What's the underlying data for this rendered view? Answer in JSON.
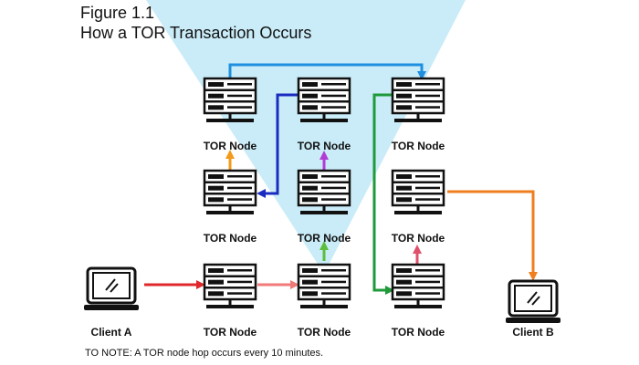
{
  "figure": {
    "title": "Figure 1.1",
    "subtitle": "How a TOR Transaction Occurs",
    "note": "TO NOTE: A TOR node hop occurs every 10 minutes."
  },
  "nodes": {
    "top_left": "TOR Node",
    "top_mid": "TOR Node",
    "top_right": "TOR Node",
    "mid_left": "TOR Node",
    "mid_mid": "TOR Node",
    "mid_right": "TOR Node",
    "bot_left": "TOR Node",
    "bot_mid": "TOR Node",
    "bot_right": "TOR Node"
  },
  "clients": {
    "a": "Client A",
    "b": "Client B"
  },
  "colors": {
    "beam": "#c9ecf8",
    "red": "#e0282c",
    "salmon": "#f07a78",
    "green_light": "#5ebd3e",
    "purple": "#b23bd6",
    "navy": "#1a2bc0",
    "orange_light": "#f39a1a",
    "blue": "#1f8fe0",
    "green_dark": "#1f9a3a",
    "pink": "#e0506a",
    "orange": "#ef7e1f"
  }
}
